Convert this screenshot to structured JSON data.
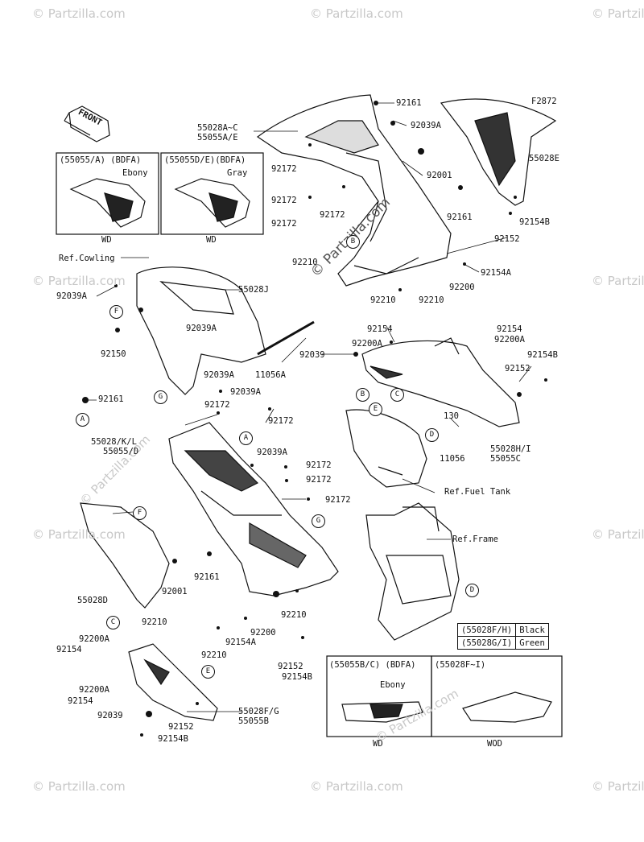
{
  "figure_code": "F2872",
  "front_arrow": "FRONT",
  "watermarks": [
    "© Partzilla.com",
    "© Partzilla.com",
    "© Partzilla.com",
    "© Partzilla.com",
    "© Partzilla.com",
    "© Partzilla.com",
    "© Partzilla.com",
    "© Partzilla.com",
    "© Partzilla.com",
    "© Partzilla.com",
    "© Partzilla.com",
    "© Partzilla.com"
  ],
  "center_watermark": "© Partzilla.com",
  "insets": {
    "left_top": {
      "ref": "(55055/A) (BDFA)",
      "color": "Ebony",
      "variant": "WD"
    },
    "right_top": {
      "ref": "(55055D/E)(BDFA)",
      "color": "Gray",
      "variant": "WD"
    },
    "bottom_left": {
      "ref": "(55055B/C) (BDFA)",
      "color": "Ebony",
      "variant": "WD"
    },
    "bottom_right": {
      "ref": "(55028F~I)",
      "variant": "WOD"
    }
  },
  "color_legend": [
    {
      "part": "(55028F/H)",
      "color": "Black"
    },
    {
      "part": "(55028G/I)",
      "color": "Green"
    }
  ],
  "callouts": [
    "A",
    "B",
    "C",
    "D",
    "E",
    "F",
    "G"
  ],
  "labels": {
    "p92161_top": "92161",
    "p92039A_top": "92039A",
    "p55028AC": "55028A~C",
    "p55055AE": "55055A/E",
    "p55028E": "55028E",
    "p92172_a": "92172",
    "p92001_top": "92001",
    "p92172_b": "92172",
    "p92172_c": "92172",
    "p92172_d": "92172",
    "p92161_r": "92161",
    "p92154B_top": "92154B",
    "p92152_top": "92152",
    "p92210_top": "92210",
    "p92154A_top": "92154A",
    "p92200_top": "92200",
    "ref_cowling": "Ref.Cowling",
    "p92039A_l": "92039A",
    "p55028J": "55028J",
    "p92039A_m": "92039A",
    "p92150": "92150",
    "p92039A_n": "92039A",
    "p11056A": "11056A",
    "p92039A_o": "92039A",
    "p92161_l": "92161",
    "p92172_e": "92172",
    "p92210_m": "92210",
    "p92210_n": "92210",
    "p92154_m": "92154",
    "p92154_n": "92154",
    "p92200A_m": "92200A",
    "p92200A_n": "92200A",
    "p92039_m": "92039",
    "p92154B_m": "92154B",
    "p92152_m": "92152",
    "p130": "130",
    "p11056": "11056",
    "p55028HI": "55028H/I",
    "p55055C": "55055C",
    "p92172_f": "92172",
    "p55028KL": "55028/K/L",
    "p55055D": "55055/D",
    "p92039A_p": "92039A",
    "p92172_g": "92172",
    "p92172_h": "92172",
    "p92172_i": "92172",
    "ref_fuel_tank": "Ref.Fuel Tank",
    "ref_frame": "Ref.Frame",
    "p55028D": "55028D",
    "p92001_b": "92001",
    "p92161_b": "92161",
    "p92210_b1": "92210",
    "p92210_b2": "92210",
    "p92210_b3": "92210",
    "p92200_b": "92200",
    "p92154A_b": "92154A",
    "p92154B_b": "92154B",
    "p92152_b": "92152",
    "p92200A_b": "92200A",
    "p92154_b1": "92154",
    "p92200A_b2": "92200A",
    "p92154_b2": "92154",
    "p92039_b": "92039",
    "p92152_b2": "92152",
    "p92154B_b2": "92154B",
    "p55028FG": "55028F/G",
    "p55055B": "55055B"
  },
  "colors": {
    "line": "#111111",
    "watermark": "#c8c8c8",
    "background": "#ffffff"
  }
}
